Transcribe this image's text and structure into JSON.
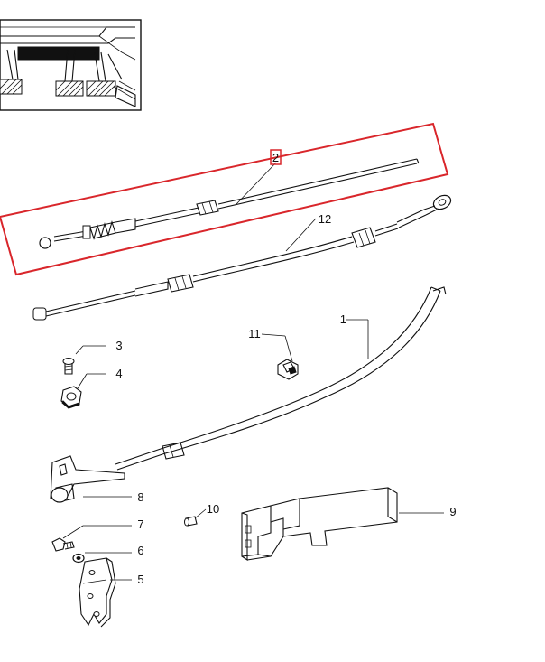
{
  "callouts": {
    "c1": "1",
    "c2": "2",
    "c3": "3",
    "c4": "4",
    "c5": "5",
    "c6": "6",
    "c7": "7",
    "c8": "8",
    "c9": "9",
    "c10": "10",
    "c11": "11",
    "c12": "12"
  },
  "highlight": {
    "color": "#d9262b",
    "selected_callout": "2"
  },
  "colors": {
    "line": "#111111",
    "background": "#ffffff"
  }
}
